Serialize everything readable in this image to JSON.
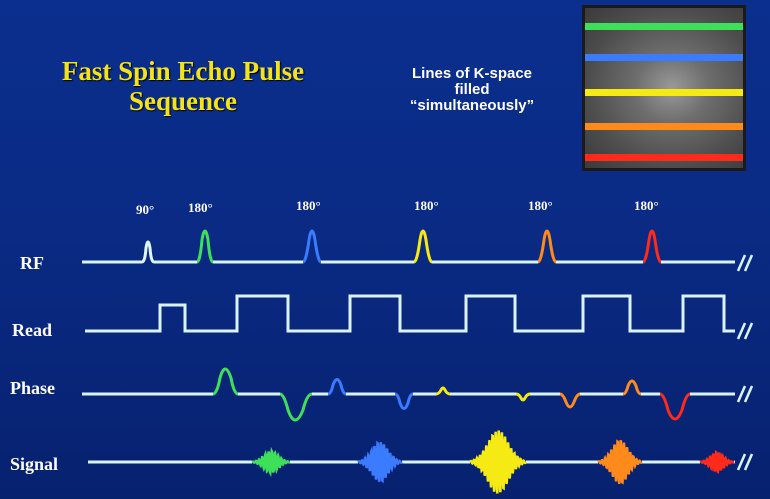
{
  "title_line1": "Fast Spin Echo Pulse",
  "title_line2": "Sequence",
  "kspace": {
    "caption_line1": "Lines of K-space",
    "caption_line2": "filled",
    "caption_line3": "“simultaneously”",
    "line_colors": [
      "#3ee05a",
      "#3a7bff",
      "#f6ea14",
      "#ff8a1c",
      "#ff2a1a"
    ]
  },
  "rows": {
    "rf": "RF",
    "read": "Read",
    "phase": "Phase",
    "signal": "Signal"
  },
  "pulses": [
    {
      "label": "90°",
      "color": "#dff6ff"
    },
    {
      "label": "180°",
      "color": "#3ee05a"
    },
    {
      "label": "180°",
      "color": "#3a7bff"
    },
    {
      "label": "180°",
      "color": "#f6ea14"
    },
    {
      "label": "180°",
      "color": "#ff8a1c"
    },
    {
      "label": "180°",
      "color": "#ff2a1a"
    }
  ],
  "break_mark": "//",
  "colors": {
    "baseline": "#d9f4ff",
    "echo": [
      "#3ee05a",
      "#3a7bff",
      "#f6ea14",
      "#ff8a1c",
      "#ff2a1a"
    ]
  }
}
